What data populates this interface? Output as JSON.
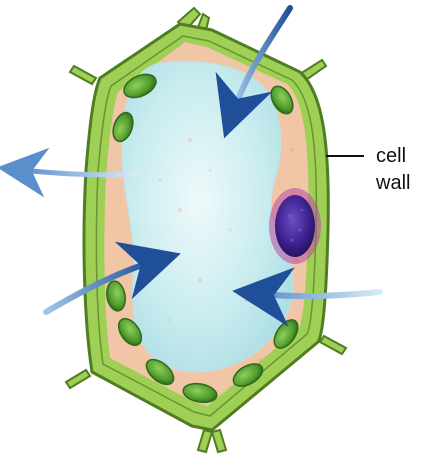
{
  "label": {
    "line1": "cell",
    "line2": "wall"
  },
  "colors": {
    "cell_wall_fill": "#9fcf55",
    "cell_wall_stroke": "#4f7d22",
    "cytoplasm": "#f1c6a6",
    "vacuole": "#c9ecef",
    "nucleus": "#3a1f8c",
    "nucleus_halo": "#9a2a8a",
    "chloroplast": "#4f9a2e",
    "arrow": "#2d5fa3",
    "arrow_light": "#9ec7e8"
  },
  "diagram": {
    "subject": "plant-cell",
    "arrows": [
      {
        "id": "arrow-in-top",
        "direction": "in"
      },
      {
        "id": "arrow-out-left",
        "direction": "out"
      },
      {
        "id": "arrow-in-left",
        "direction": "in"
      },
      {
        "id": "arrow-in-right",
        "direction": "in"
      }
    ]
  }
}
